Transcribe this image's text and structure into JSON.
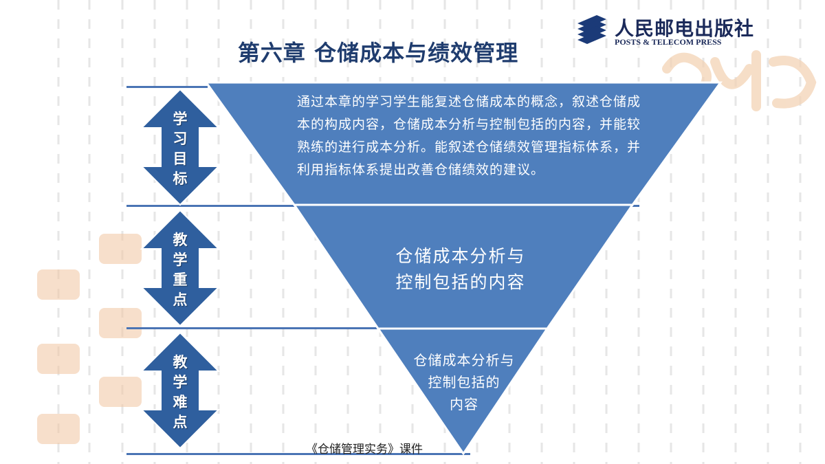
{
  "title": "第六章  仓储成本与绩效管理",
  "publisher": {
    "name_cn": "人民邮电出版社",
    "name_en": "POSTS & TELECOM PRESS"
  },
  "sections": [
    {
      "label": [
        "学",
        "习",
        "目",
        "标"
      ],
      "content": "通过本章的学习学生能复述仓储成本的概念，叙述仓储成本的构成内容，仓储成本分析与控制包括的内容，并能较熟练的进行成本分析。能叙述仓储绩效管理指标体系，并利用指标体系提出改善仓储绩效的建议。"
    },
    {
      "label": [
        "教",
        "学",
        "重",
        "点"
      ],
      "content_lines": [
        "仓储成本分析与",
        "控制包括的内容"
      ]
    },
    {
      "label": [
        "教",
        "学",
        "难",
        "点"
      ],
      "content_lines": [
        "仓储成本分析与",
        "控制包括的",
        "内容"
      ]
    }
  ],
  "footer": "《仓储管理实务》课件",
  "colors": {
    "triangle": "#4f7fbd",
    "title": "#1f3c6e",
    "arrow": "#2f5f9e",
    "line": "#4a74b4"
  }
}
